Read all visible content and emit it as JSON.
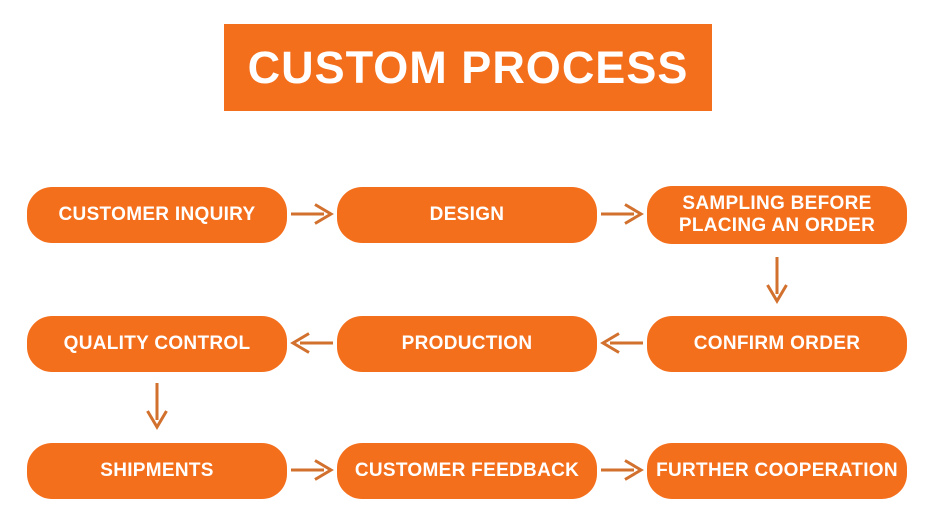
{
  "title": {
    "label": "CUSTOM PROCESS"
  },
  "colors": {
    "box_orange": "#f46f1c",
    "arrow_orange": "#d2702e",
    "text_white": "#ffffff",
    "background": "#ffffff"
  },
  "nodes": [
    {
      "id": "customer-inquiry",
      "label": "CUSTOMER INQUIRY"
    },
    {
      "id": "design",
      "label": "DESIGN"
    },
    {
      "id": "sampling-before-placing-an-order",
      "label": "SAMPLING BEFORE PLACING AN ORDER"
    },
    {
      "id": "quality-control",
      "label": "QUALITY CONTROL"
    },
    {
      "id": "production",
      "label": "PRODUCTION"
    },
    {
      "id": "confirm-order",
      "label": "CONFIRM ORDER"
    },
    {
      "id": "shipments",
      "label": "SHIPMENTS"
    },
    {
      "id": "customer-feedback",
      "label": "CUSTOMER FEEDBACK"
    },
    {
      "id": "further-cooperation",
      "label": "FURTHER COOPERATION"
    }
  ],
  "edges": [
    {
      "from": "CUSTOMER INQUIRY",
      "to": "DESIGN",
      "direction": "right"
    },
    {
      "from": "DESIGN",
      "to": "SAMPLING BEFORE PLACING AN ORDER",
      "direction": "right"
    },
    {
      "from": "SAMPLING BEFORE PLACING AN ORDER",
      "to": "CONFIRM ORDER",
      "direction": "down"
    },
    {
      "from": "CONFIRM ORDER",
      "to": "PRODUCTION",
      "direction": "left"
    },
    {
      "from": "PRODUCTION",
      "to": "QUALITY CONTROL",
      "direction": "left"
    },
    {
      "from": "QUALITY CONTROL",
      "to": "SHIPMENTS",
      "direction": "down"
    },
    {
      "from": "SHIPMENTS",
      "to": "CUSTOMER FEEDBACK",
      "direction": "right"
    },
    {
      "from": "CUSTOMER FEEDBACK",
      "to": "FURTHER COOPERATION",
      "direction": "right"
    }
  ]
}
